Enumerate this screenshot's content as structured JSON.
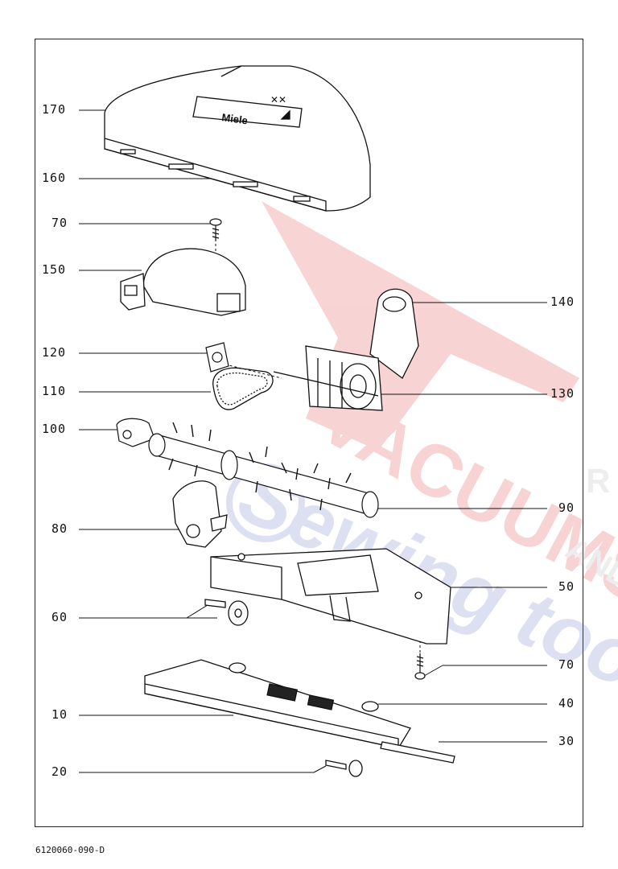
{
  "document_code": "6120060-090-D",
  "watermark": {
    "line1": "VACUUMS",
    "line2": "Sewing too",
    "line3": "R",
    "line4": "AND",
    "primary_color": "#e23a3a",
    "secondary_color": "#6a78c4"
  },
  "labels": {
    "l170": "170",
    "l160": "160",
    "l70a": "70",
    "l150": "150",
    "l140": "140",
    "l120": "120",
    "l110": "110",
    "l130": "130",
    "l100": "100",
    "l90": "90",
    "l80": "80",
    "l50": "50",
    "l60": "60",
    "l70b": "70",
    "l40": "40",
    "l10": "10",
    "l30": "30",
    "l20": "20"
  },
  "cover_brand": "Miele",
  "cover_symbols": "✕✕"
}
